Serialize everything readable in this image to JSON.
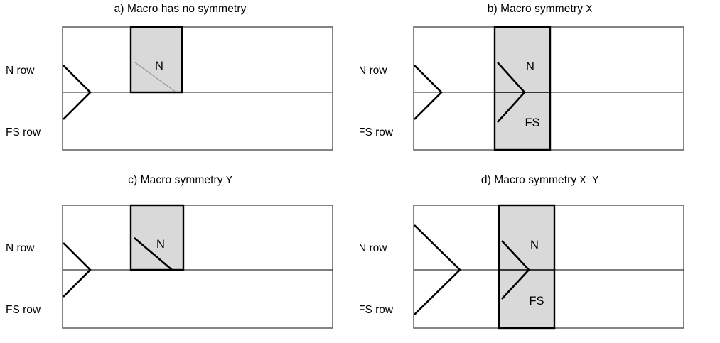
{
  "figure": {
    "caption_prefix_a": "a) ",
    "caption_prefix_b": "b) ",
    "caption_prefix_c": "c) ",
    "caption_prefix_d": "d) ",
    "colors": {
      "macro_fill": "#d9d9d9",
      "macro_border": "#000000",
      "outline": "#666666",
      "row_divider": "#808080",
      "arrow": "#000000",
      "faint_diagonal": "#999999",
      "background": "#ffffff"
    }
  },
  "panels": [
    {
      "id": "a",
      "title_text": "a) Macro has no symmetry",
      "title_main": "a) Macro has no symmetry",
      "title_symmetry": "",
      "row_labels": {
        "top": "N row",
        "bottom": "FS row"
      },
      "macro": {
        "labels": [
          "N"
        ],
        "spans_both_rows": false,
        "diagonal_style": "faint",
        "contains_arrow": false
      },
      "row_arrow": {
        "present": true,
        "size": "small",
        "inside_macro": false
      }
    },
    {
      "id": "b",
      "title_text": "b) Macro symmetry X",
      "title_main": "b) Macro symmetry ",
      "title_symmetry": "X",
      "row_labels": {
        "top": "N row",
        "bottom": "FS row"
      },
      "macro": {
        "labels": [
          "N",
          "FS"
        ],
        "spans_both_rows": true,
        "diagonal_style": "none",
        "contains_arrow": true
      },
      "row_arrow": {
        "present": true,
        "size": "small",
        "inside_macro": true
      }
    },
    {
      "id": "c",
      "title_text": "c) Macro symmetry Y",
      "title_main": "c) Macro symmetry ",
      "title_symmetry": "Y",
      "row_labels": {
        "top": "N row",
        "bottom": "FS row"
      },
      "macro": {
        "labels": [
          "N"
        ],
        "spans_both_rows": false,
        "diagonal_style": "bold",
        "contains_arrow": false
      },
      "row_arrow": {
        "present": true,
        "size": "small",
        "inside_macro": false
      }
    },
    {
      "id": "d",
      "title_text": "d) Macro symmetry X Y",
      "title_main": "d) Macro symmetry ",
      "title_symmetry": "X Y",
      "row_labels": {
        "top": "N row",
        "bottom": "FS row"
      },
      "macro": {
        "labels": [
          "N",
          "FS"
        ],
        "spans_both_rows": true,
        "diagonal_style": "none",
        "contains_arrow": true
      },
      "row_arrow": {
        "present": true,
        "size": "large",
        "inside_macro": true
      }
    }
  ]
}
